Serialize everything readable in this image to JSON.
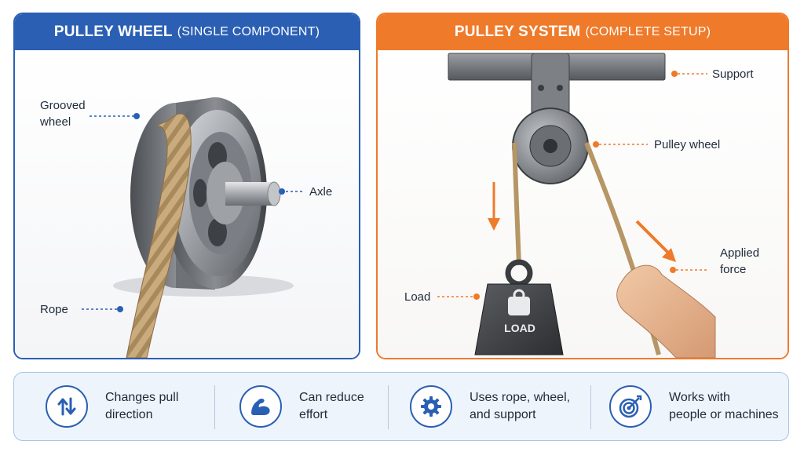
{
  "left_panel": {
    "title_strong": "PULLEY WHEEL",
    "title_light": "(SINGLE COMPONENT)",
    "labels": {
      "grooved_line1": "Grooved",
      "grooved_line2": "wheel",
      "axle": "Axle",
      "rope": "Rope"
    }
  },
  "right_panel": {
    "title_strong": "PULLEY SYSTEM",
    "title_light": "(COMPLETE SETUP)",
    "labels": {
      "support": "Support",
      "pulley_wheel": "Pulley wheel",
      "applied_line1": "Applied",
      "applied_line2": "force",
      "load": "Load"
    },
    "weight_text": "LOAD"
  },
  "features": [
    {
      "line1": "Changes pull",
      "line2": "direction",
      "icon": "up-down-arrows-icon"
    },
    {
      "line1": "Can reduce",
      "line2": "effort",
      "icon": "flexed-arm-icon"
    },
    {
      "line1": "Uses rope, wheel,",
      "line2": "and support",
      "icon": "gear-icon"
    },
    {
      "line1": "Works with",
      "line2": "people or machines",
      "icon": "target-icon"
    }
  ],
  "colors": {
    "blue": "#2a5fb4",
    "orange": "#ef7a2a",
    "rope": "#c4a679",
    "metal": "#8f9399"
  }
}
